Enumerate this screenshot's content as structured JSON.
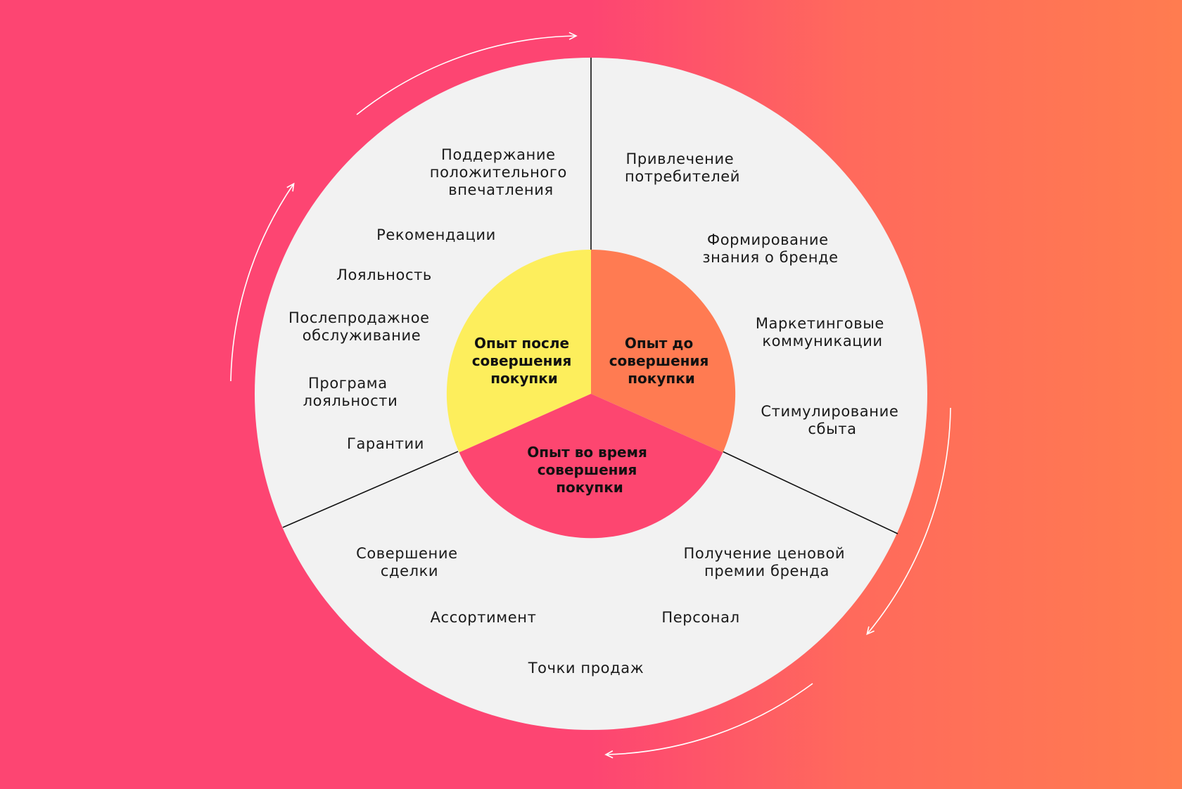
{
  "colors": {
    "ring": "#f2f2f2",
    "after": "#fdee5c",
    "before": "#ff7b52",
    "during": "#fd4670",
    "divider": "#111111",
    "arrow": "#ffffff"
  },
  "core": {
    "after": [
      "Опыт после",
      "совершения",
      "покупки"
    ],
    "before": [
      "Опыт до",
      "совершения",
      "покупки"
    ],
    "during": [
      "Опыт во время",
      "совершения",
      "покупки"
    ]
  },
  "after_items": [
    [
      "Поддержание",
      "положительного",
      "впечатления"
    ],
    [
      "Рекомендации"
    ],
    [
      "Лояльность"
    ],
    [
      "Послепродажное",
      "обслуживание"
    ],
    [
      "Програма",
      "лояльности"
    ],
    [
      "Гарантии"
    ]
  ],
  "before_items": [
    [
      "Привлечение",
      "потребителей"
    ],
    [
      "Формирование",
      "знания о бренде"
    ],
    [
      "Маркетинговые",
      "коммуникации"
    ],
    [
      "Стимулирование",
      "сбыта"
    ]
  ],
  "during_items": [
    [
      "Совершение",
      "сделки"
    ],
    [
      "Ассортимент"
    ],
    [
      "Точки продаж"
    ],
    [
      "Получение ценовой",
      "премии бренда"
    ],
    [
      "Персонал"
    ]
  ]
}
